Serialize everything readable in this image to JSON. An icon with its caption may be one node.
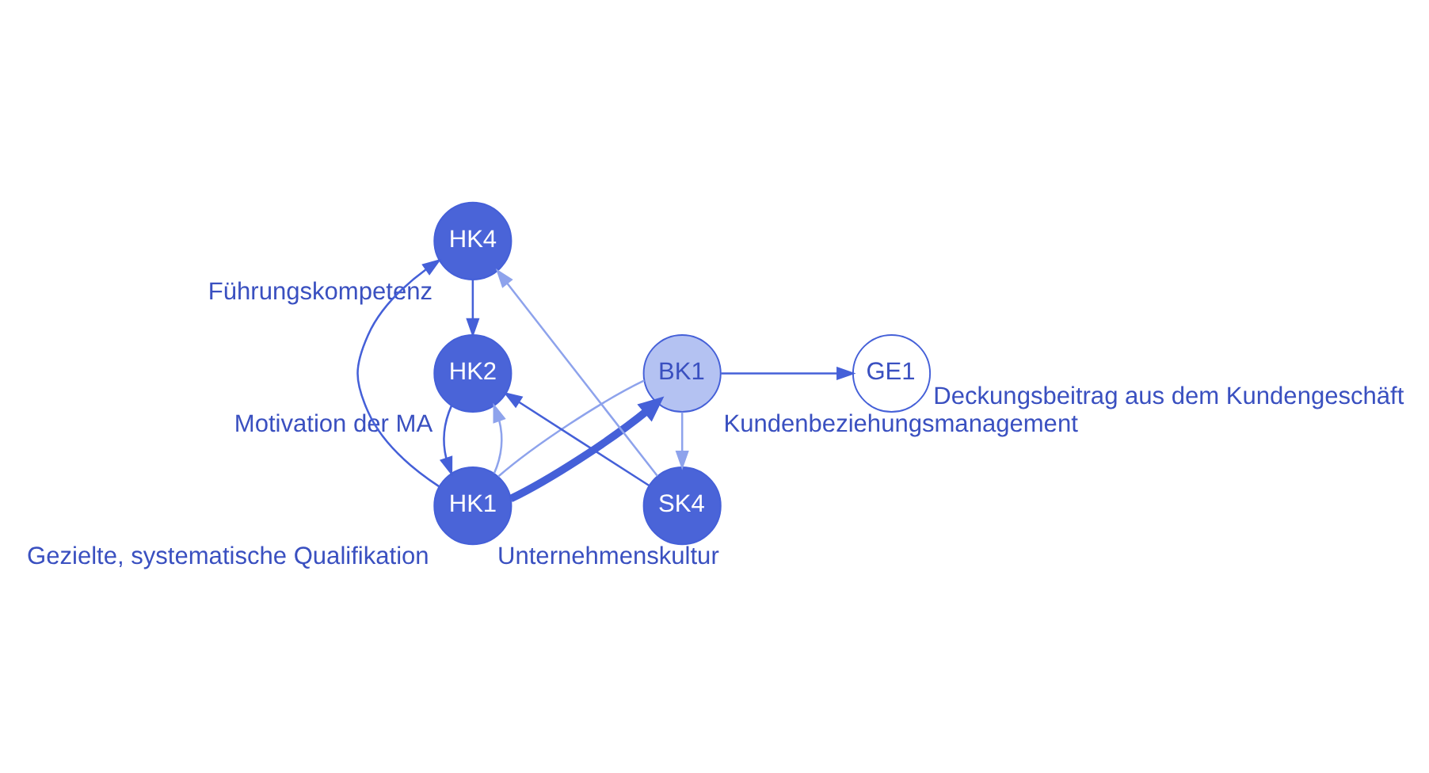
{
  "diagram": {
    "nodes": [
      {
        "text": [
          "HK1"
        ],
        "beside": [
          "Gezielte, systematische Qualifikation"
        ]
      },
      {
        "text": [
          "HK2"
        ],
        "beside": [
          "Motivation der MA"
        ]
      },
      {
        "text": [
          "HK4"
        ],
        "beside": [
          "Führungskompetenz"
        ]
      },
      {
        "text": [
          "SK4"
        ],
        "beside": [
          "Unternehmenskultur"
        ]
      },
      {
        "text": [
          "BK1"
        ],
        "beside": [
          "Kundenbeziehungsmanagement"
        ]
      },
      {
        "text": [
          "GE1"
        ],
        "beside": [
          "Deckungsbeitrag aus dem Kundengeschäft"
        ]
      }
    ],
    "edges": [
      {
        "from": 0,
        "to": 4,
        "arrow": "to",
        "style": "thick"
      },
      {
        "from": 0,
        "to": 4,
        "arrow": "none",
        "color": "#8ea3ec"
      },
      {
        "from": 0,
        "to": 1,
        "arrow": "to",
        "color": "#8ea3ec"
      },
      {
        "from": 1,
        "to": 0,
        "arrow": "to"
      },
      {
        "from": 0,
        "to": 2,
        "arrow": "to"
      },
      {
        "from": 2,
        "to": 1,
        "arrow": "to"
      },
      {
        "from": 3,
        "to": 1,
        "arrow": "to"
      },
      {
        "from": 4,
        "to": 3,
        "arrow": "to",
        "color": "#8ea3ec"
      },
      {
        "from": 3,
        "to": 2,
        "arrow": "to",
        "color": "#8ea3ec"
      },
      {
        "from": 4,
        "to": 5,
        "arrow": "to"
      }
    ]
  }
}
